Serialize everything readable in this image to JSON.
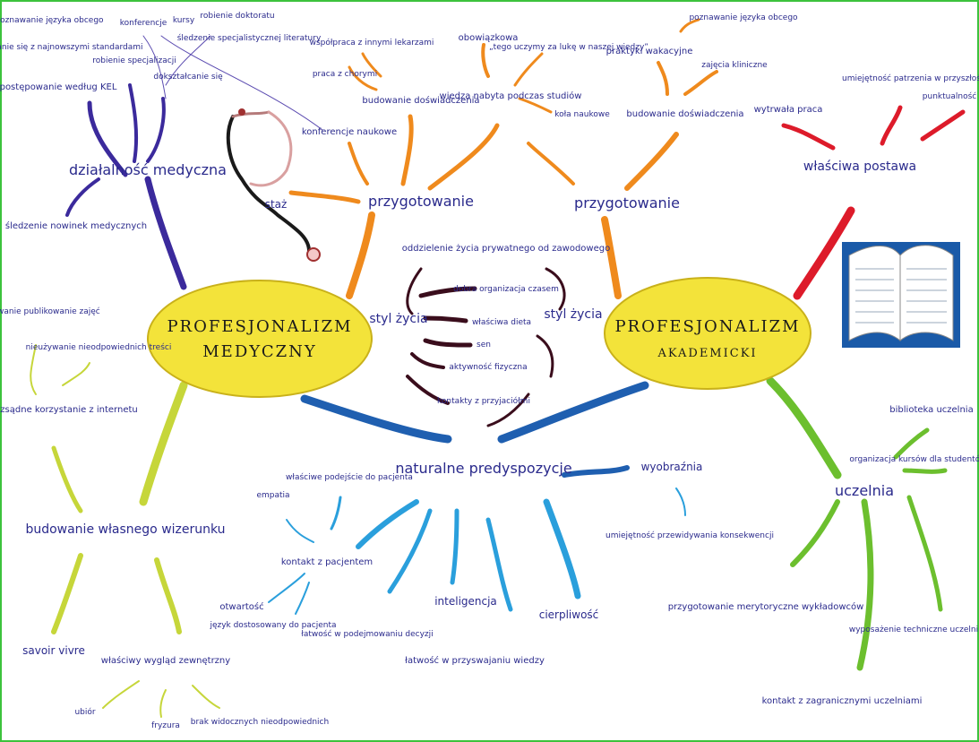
{
  "colors": {
    "frame": "#3cc23c",
    "core": "#f3e33a",
    "orange": "#ef8a1d",
    "purple": "#3b2a9c",
    "red": "#dd1b2a",
    "dark": "#3a0d1c",
    "blue": "#2a9fdc",
    "darkblue": "#1f5fb0",
    "yellowgreen": "#c6d63a",
    "green": "#6cbf2e",
    "ink": "#2a2a8c"
  },
  "core_medical": {
    "line1": "PROFESJONALIZM",
    "line2": "MEDYCZNY"
  },
  "core_academic": {
    "line1": "PROFESJONALIZM",
    "line2": "AKADEMICKI"
  },
  "left": {
    "dzialalnosc": "działalność medyczna",
    "sledzenie_nowinek": "śledzenie nowinek medycznych",
    "postepowanie": "postępowanie według KEL",
    "poznawanie_jezyk": "poznawanie języka obcego",
    "zapoznanie": "zapoznanie się z najnowszymi standardami",
    "konferencje_top": "konferencje",
    "kursy": "kursy",
    "robienie_dokt": "robienie doktoratu",
    "robienie_spec": "robienie specjalizacji",
    "sledzenie_lit": "śledzenie specjalistycznej literatury",
    "doksztalcanie": "dokształcanie się",
    "organizowanie": "organizowanie publikowanie zajęć",
    "nieuzywanie": "nieużywanie nieodpowiednich treści",
    "rozsadne": "rozsądne korzystanie z internetu",
    "budowanie_wizerunku": "budowanie własnego wizerunku",
    "savoir": "savoir vivre",
    "wlasciwy_wyglad": "właściwy wygląd zewnętrzny",
    "ubior": "ubiór",
    "fryzura": "fryzura",
    "brak": "brak widocznych nieodpowiednich"
  },
  "top_left": {
    "przygotowanie": "przygotowanie",
    "staz": "staż",
    "konferencje_naukowe": "konferencje naukowe",
    "praca": "praca z chorymi",
    "wspolpraca": "współpraca z innymi lekarzami",
    "budowanie_dosw": "budowanie doświadczenia",
    "obowiazkowa": "obowiązkowa",
    "wiedza": "wiedza nabyta podczas studiów",
    "tego_uczymy": "„tego uczymy za lukę w naszej wiedzy”",
    "kola": "koła naukowe"
  },
  "top_right": {
    "przygotowanie": "przygotowanie",
    "praktyki": "praktyki wakacyjne",
    "zajecia": "zajęcia kliniczne",
    "poznawanie": "poznawanie języka obcego",
    "budowanie_dosw": "budowanie doświadczenia",
    "wlasciwa_postawa": "właściwa postawa",
    "umiejetnosc": "umiejętność patrzenia w przyszłość",
    "wytrwala": "wytrwała praca",
    "punktualnosc": "punktualność"
  },
  "center": {
    "styl_left": "styl życia",
    "styl_right": "styl życia",
    "oddzielenie": "oddzielenie życia prywatnego od zawodowego",
    "dobra": "dobra organizacja czasem",
    "dieta": "właściwa dieta",
    "sen": "sen",
    "aktywnosc": "aktywność fizyczna",
    "kontakty": "kontakty z przyjaciółmi"
  },
  "bottom": {
    "naturalne": "naturalne predyspozycje",
    "wyobraznia": "wyobraźnia",
    "umiejetnosc_prz": "umiejętność przewidywania konsekwencji",
    "empatia": "empatia",
    "wlasciwe_podejscie": "właściwe podejście do pacjenta",
    "kontakt_pacjent": "kontakt z pacjentem",
    "otwartosc": "otwartość",
    "jezyk": "język dostosowany do pacjenta",
    "latwosc_dec": "łatwość w podejmowaniu decyzji",
    "inteligencja": "inteligencja",
    "latwosc_wiedzy": "łatwość w przyswajaniu wiedzy",
    "cierpliwosc": "cierpliwość"
  },
  "right": {
    "uczelnia": "uczelnia",
    "biblioteka": "biblioteka uczelnia",
    "organizacja_kursow": "organizacja kursów dla studentów",
    "przygotowanie_mer": "przygotowanie merytoryczne wykładowców",
    "wyposazenie": "wyposażenie techniczne uczelni",
    "kontakt_zagr": "kontakt z zagranicznymi uczelniami"
  },
  "icons": [
    "stethoscope-icon",
    "open-book-icon"
  ]
}
